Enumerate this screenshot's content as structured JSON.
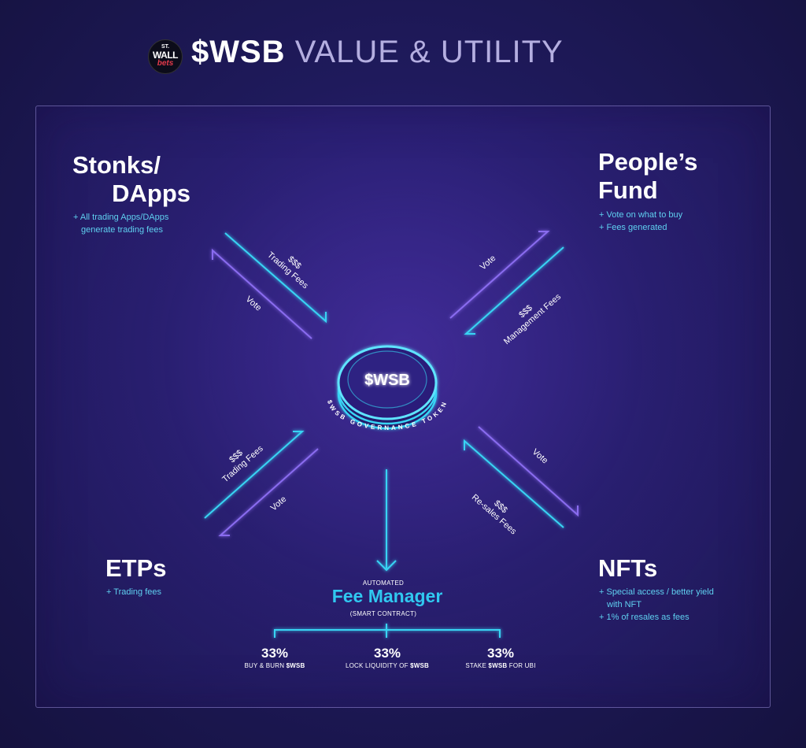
{
  "header": {
    "logo": {
      "line1": "ST.",
      "line2": "WALL",
      "line3": "bets"
    },
    "title_strong": "$WSB",
    "title_light": "VALUE & UTILITY"
  },
  "token": {
    "label": "$WSB",
    "ring_text": "$WSB GOVERNANCE TOKEN"
  },
  "nodes": {
    "stonks": {
      "line1": "Stonks/",
      "line2": "DApps",
      "notes": [
        "+ All trading Apps/DApps",
        "generate trading fees"
      ]
    },
    "peoples_fund": {
      "line1": "People’s",
      "line2": "Fund",
      "notes": [
        "+ Vote on what to buy",
        "+ Fees generated"
      ]
    },
    "etps": {
      "title": "ETPs",
      "notes": [
        "+ Trading fees"
      ]
    },
    "nfts": {
      "title": "NFTs",
      "notes": [
        "+ Special access / better yield",
        "with NFT",
        "+ 1% of resales as fees"
      ]
    }
  },
  "arrows": {
    "tl_fees": {
      "line1": "$$$",
      "line2": "Trading Fees"
    },
    "tl_vote": "Vote",
    "tr_vote": "Vote",
    "tr_fees": {
      "line1": "$$$",
      "line2": "Management Fees"
    },
    "bl_fees": {
      "line1": "$$$",
      "line2": "Trading Fees"
    },
    "bl_vote": "Vote",
    "br_vote": "Vote",
    "br_fees": {
      "line1": "$$$",
      "line2": "Re-sales Fees"
    }
  },
  "fee_manager": {
    "top_label": "AUTOMATED",
    "title": "Fee Manager",
    "sub_label": "(SMART CONTRACT)"
  },
  "splits": [
    {
      "percent": "33%",
      "label_pre": "BUY & BURN ",
      "label_bold": "$WSB",
      "label_post": ""
    },
    {
      "percent": "33%",
      "label_pre": "LOCK LIQUIDITY OF ",
      "label_bold": "$WSB",
      "label_post": ""
    },
    {
      "percent": "33%",
      "label_pre": "STAKE ",
      "label_bold": "$WSB",
      "label_post": " FOR UBI"
    }
  ],
  "colors": {
    "cyan": "#38d4f4",
    "purple": "#8a6cf0",
    "sub_text": "#5fd0f0",
    "fee_title": "#30c8f0",
    "background": "#1f1a5c"
  }
}
